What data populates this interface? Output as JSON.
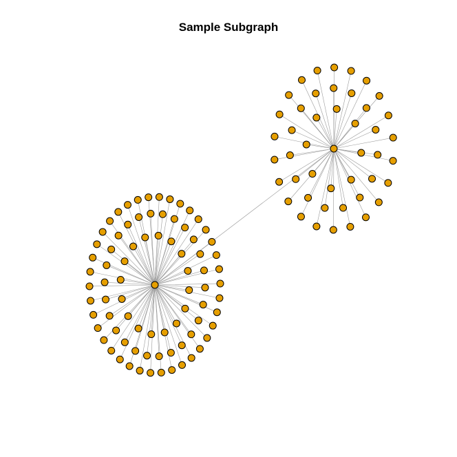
{
  "title": "Sample Subgraph",
  "colors": {
    "node_fill": "#E69F00",
    "node_stroke": "#000000",
    "edge": "#9A9A9A"
  },
  "graph": {
    "hubs": [
      {
        "id": "hub-a",
        "leaf_count": 80
      },
      {
        "id": "hub-b",
        "leaf_count": 45
      }
    ],
    "hub_links": [
      [
        "hub-a",
        "hub-b"
      ]
    ]
  }
}
